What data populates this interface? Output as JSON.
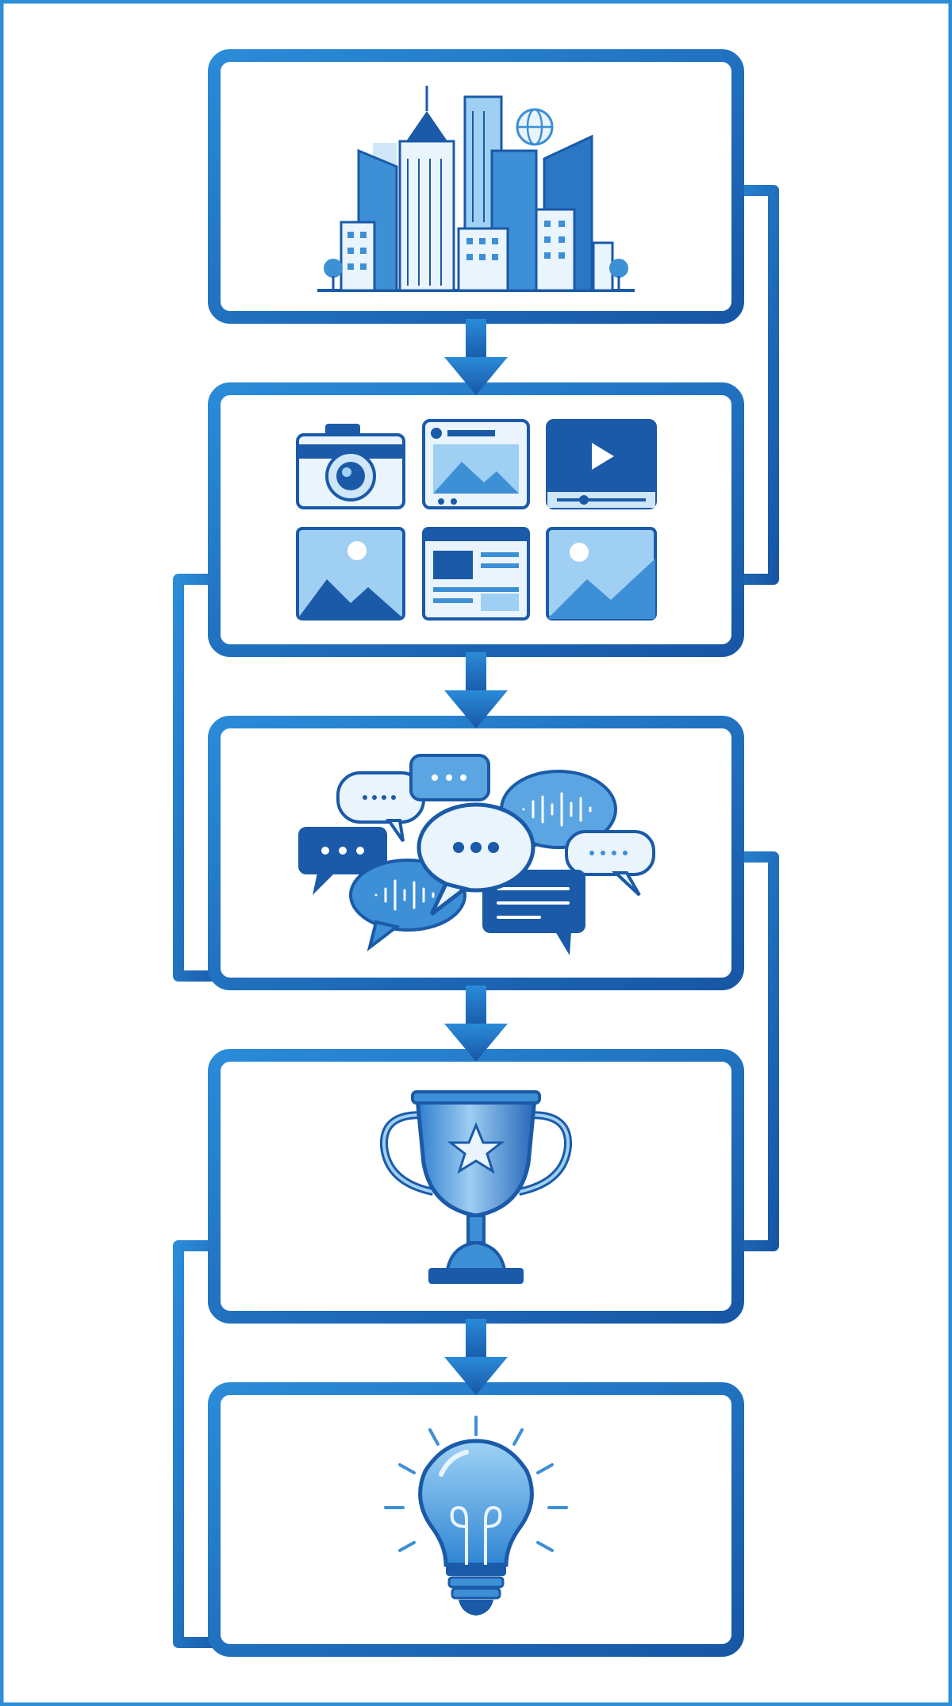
{
  "colors": {
    "frame": "#2e8fd6",
    "box_light": "#2a8bd8",
    "box_dark": "#1757a6",
    "icon_dark": "#1a5aa8",
    "icon_mid": "#3d8fd6",
    "icon_light": "#cfe6f8",
    "icon_pale": "#e9f4fc",
    "background": "#ffffff"
  },
  "steps": [
    {
      "icon": "city-skyline-icon"
    },
    {
      "icon": "media-collage-icon"
    },
    {
      "icon": "speech-bubbles-icon"
    },
    {
      "icon": "trophy-icon"
    },
    {
      "icon": "light-bulb-icon"
    }
  ],
  "connectors": [
    {
      "from": 1,
      "to": 2,
      "side": "right"
    },
    {
      "from": 2,
      "to": 3,
      "side": "left"
    },
    {
      "from": 3,
      "to": 4,
      "side": "right"
    },
    {
      "from": 4,
      "to": 5,
      "side": "left"
    }
  ]
}
